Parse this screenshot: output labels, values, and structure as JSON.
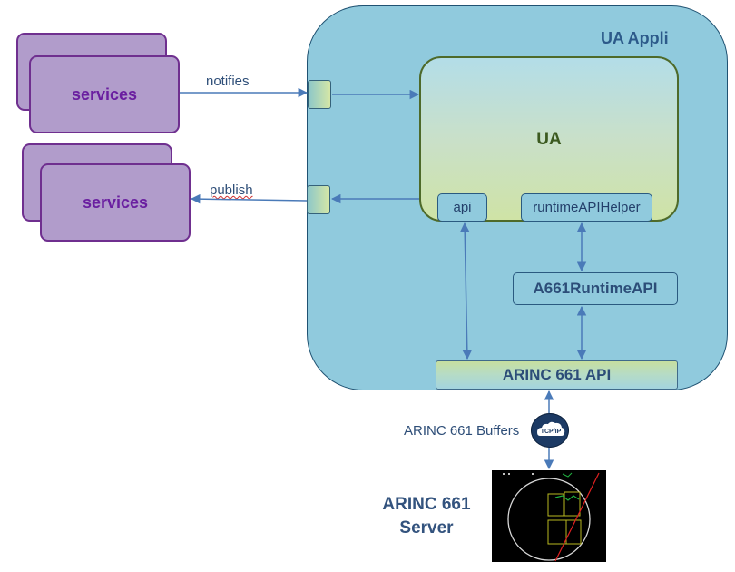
{
  "services_top": {
    "label": "services"
  },
  "services_bottom": {
    "label": "services"
  },
  "edges": {
    "notifies": "notifies",
    "publish": "publish"
  },
  "ua_appli": {
    "title": "UA Appli"
  },
  "ua": {
    "label": "UA",
    "api": "api",
    "runtime_helper": "runtimeAPIHelper"
  },
  "runtime_api": "A661RuntimeAPI",
  "arinc_api": "ARINC 661 API",
  "buffers": "ARINC 661 Buffers",
  "tcp_ip": "TCP/IP",
  "server": {
    "line1": "ARINC 661",
    "line2": "Server"
  },
  "colors": {
    "services_fill": "#b19ccb",
    "services_text": "#6a1fa0",
    "appli_fill": "#90cadd",
    "arrow": "#4a7ab8"
  }
}
